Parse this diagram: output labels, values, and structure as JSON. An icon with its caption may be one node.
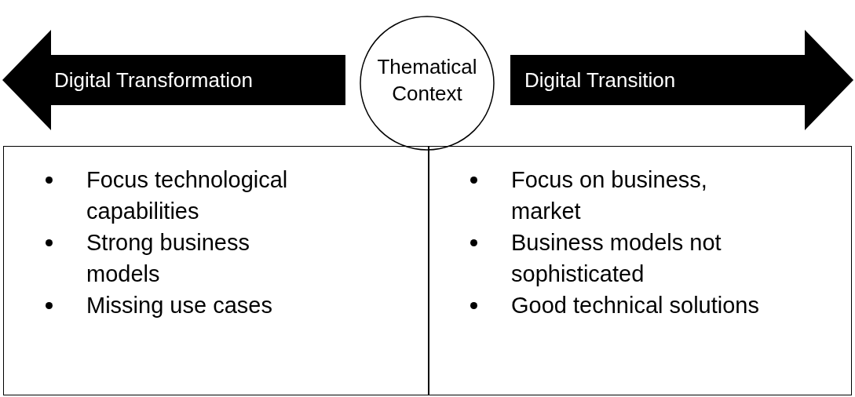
{
  "diagram": {
    "nodes": [
      {
        "text": [
          "Digital Transformation"
        ]
      },
      {
        "text": [
          "Thematical Context"
        ]
      },
      {
        "text": [
          "Digital Transition"
        ]
      },
      {
        "text": [
          "Focus technological capabilities",
          "Strong business models",
          "Missing use cases"
        ]
      },
      {
        "text": [
          "Focus on business, market",
          "Business models not sophisticated",
          "Good technical solutions"
        ]
      }
    ],
    "edges": []
  }
}
